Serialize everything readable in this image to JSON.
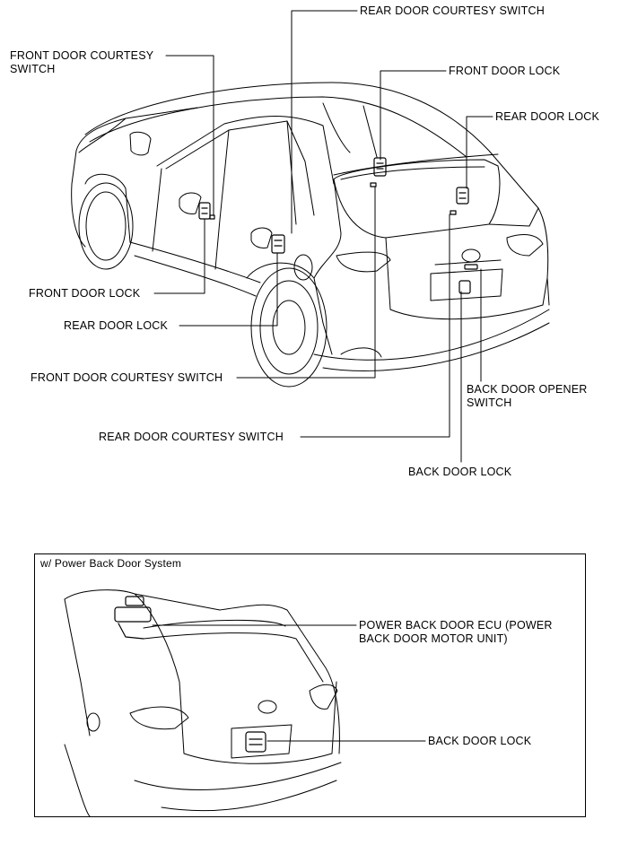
{
  "main_diagram": {
    "labels": {
      "rear_door_courtesy_switch_top": "REAR DOOR COURTESY SWITCH",
      "front_door_courtesy_switch_left_line1": "FRONT DOOR COURTESY",
      "front_door_courtesy_switch_left_line2": "SWITCH",
      "front_door_lock_top": "FRONT DOOR LOCK",
      "rear_door_lock_top": "REAR DOOR LOCK",
      "front_door_lock_left": "FRONT DOOR LOCK",
      "rear_door_lock_left": "REAR DOOR LOCK",
      "front_door_courtesy_switch_bottom": "FRONT DOOR COURTESY SWITCH",
      "back_door_opener_switch_line1": "BACK DOOR OPENER",
      "back_door_opener_switch_line2": "SWITCH",
      "rear_door_courtesy_switch_bottom": "REAR DOOR COURTESY SWITCH",
      "back_door_lock": "BACK DOOR LOCK"
    }
  },
  "inset": {
    "title": "w/ Power Back Door System",
    "labels": {
      "power_back_door_ecu_line1": "POWER BACK DOOR ECU (POWER",
      "power_back_door_ecu_line2": "BACK DOOR MOTOR UNIT)",
      "back_door_lock": "BACK DOOR LOCK"
    }
  }
}
